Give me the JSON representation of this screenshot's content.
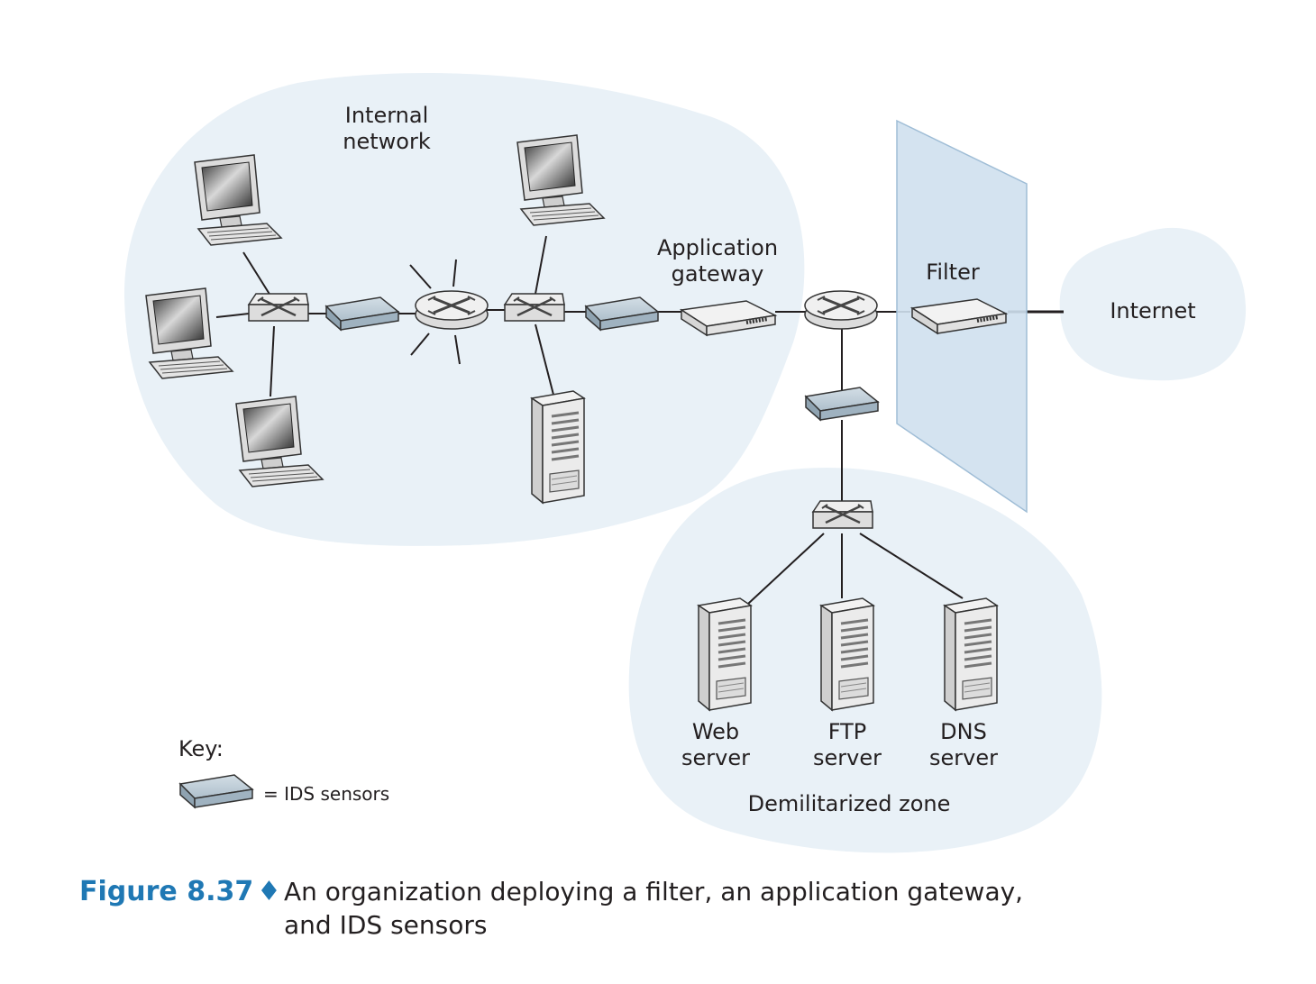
{
  "labels": {
    "internal_network": [
      "Internal",
      "network"
    ],
    "application_gateway": [
      "Application",
      "gateway"
    ],
    "filter": "Filter",
    "internet": "Internet",
    "web_server": [
      "Web",
      "server"
    ],
    "ftp_server": [
      "FTP",
      "server"
    ],
    "dns_server": [
      "DNS",
      "server"
    ],
    "dmz": "Demilitarized zone"
  },
  "key": {
    "title": "Key:",
    "ids_label": "= IDS sensors"
  },
  "caption": {
    "number": "Figure 8.37",
    "bullet": "♦",
    "line1": "An organization deploying a filter, an application gateway,",
    "line2": "and IDS sensors"
  },
  "colors": {
    "cloud": "#e9f1f7",
    "firewall_panel": "#cfe0ee",
    "ids_sensor": "#b6c6d2",
    "caption_accent": "#1f78b4"
  },
  "icons": [
    "desktop-computer-icon",
    "switch-icon",
    "router-icon",
    "ids-sensor-icon",
    "gateway-appliance-icon",
    "filter-appliance-icon",
    "server-tower-icon"
  ]
}
